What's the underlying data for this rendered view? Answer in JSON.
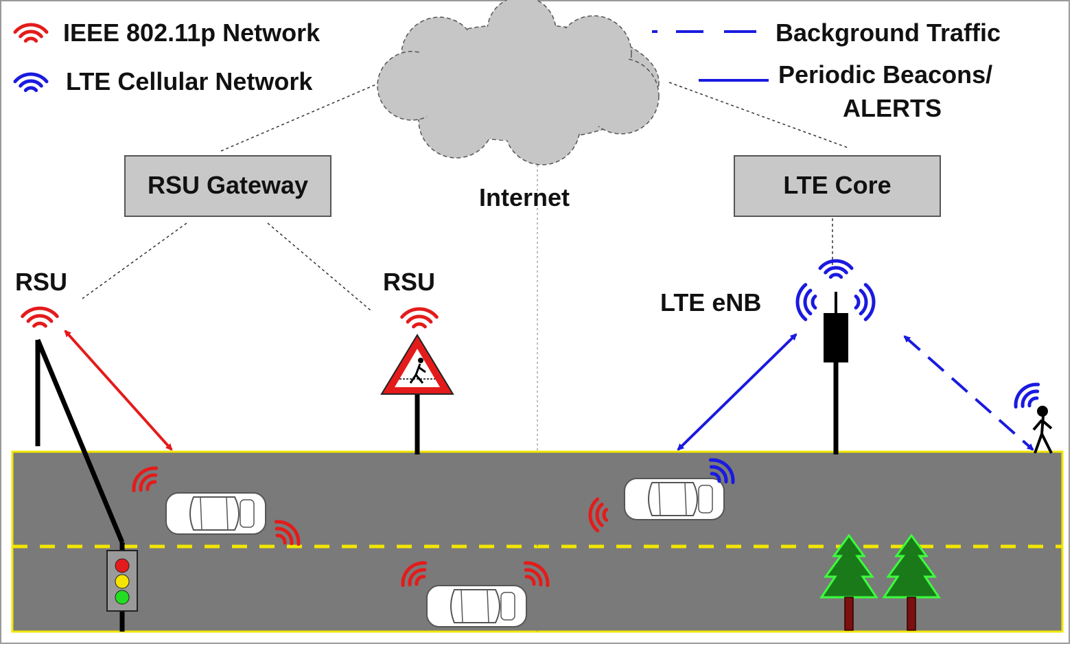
{
  "legend": {
    "ieee": "IEEE 802.11p Network",
    "lte": "LTE Cellular Network",
    "background_traffic": "Background Traffic",
    "periodic_beacons_line1": "Periodic Beacons/",
    "periodic_beacons_line2": "ALERTS"
  },
  "nodes": {
    "rsu_gateway": "RSU Gateway",
    "internet": "Internet",
    "lte_core": "LTE Core",
    "rsu_left": "RSU",
    "rsu_middle": "RSU",
    "lte_enb": "LTE eNB"
  },
  "colors": {
    "ieee_red": "#e41b1b",
    "lte_blue": "#1a1ae0",
    "road_gray": "#7a7a7a",
    "lane_yellow": "#f2e600",
    "box_gray": "#c8c8c8",
    "cloud_gray": "#c6c6c6",
    "tree_green": "#1a7a1a",
    "trunk_red": "#7a1010"
  },
  "icons": [
    "wifi-red-icon",
    "wifi-blue-icon",
    "cloud-icon",
    "car-icon",
    "traffic-light-icon",
    "pedestrian-sign-icon",
    "pedestrian-icon",
    "tree-icon",
    "lte-tower-icon"
  ]
}
